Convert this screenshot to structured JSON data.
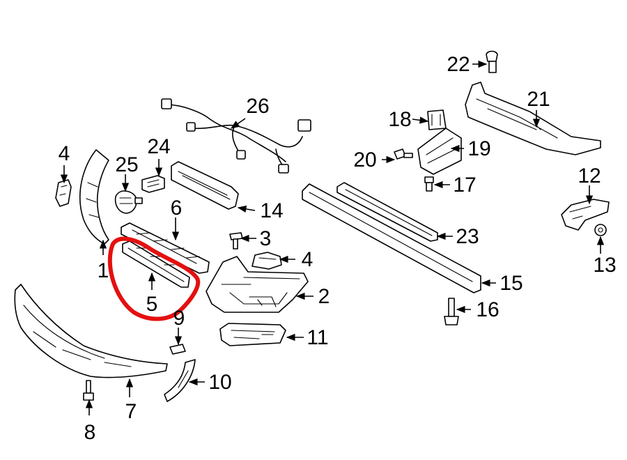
{
  "diagram": {
    "highlight_color": "#e41010",
    "highlighted_callout": "5",
    "callouts": [
      {
        "key": "c1",
        "label": "1"
      },
      {
        "key": "c2",
        "label": "2"
      },
      {
        "key": "c3",
        "label": "3"
      },
      {
        "key": "c4a",
        "label": "4"
      },
      {
        "key": "c4b",
        "label": "4"
      },
      {
        "key": "c5",
        "label": "5"
      },
      {
        "key": "c6",
        "label": "6"
      },
      {
        "key": "c7",
        "label": "7"
      },
      {
        "key": "c8",
        "label": "8"
      },
      {
        "key": "c9",
        "label": "9"
      },
      {
        "key": "c10",
        "label": "10"
      },
      {
        "key": "c11",
        "label": "11"
      },
      {
        "key": "c12",
        "label": "12"
      },
      {
        "key": "c13",
        "label": "13"
      },
      {
        "key": "c14",
        "label": "14"
      },
      {
        "key": "c15",
        "label": "15"
      },
      {
        "key": "c16",
        "label": "16"
      },
      {
        "key": "c17",
        "label": "17"
      },
      {
        "key": "c18",
        "label": "18"
      },
      {
        "key": "c19",
        "label": "19"
      },
      {
        "key": "c20",
        "label": "20"
      },
      {
        "key": "c21",
        "label": "21"
      },
      {
        "key": "c22",
        "label": "22"
      },
      {
        "key": "c23",
        "label": "23"
      },
      {
        "key": "c24",
        "label": "24"
      },
      {
        "key": "c25",
        "label": "25"
      },
      {
        "key": "c26",
        "label": "26"
      }
    ]
  }
}
